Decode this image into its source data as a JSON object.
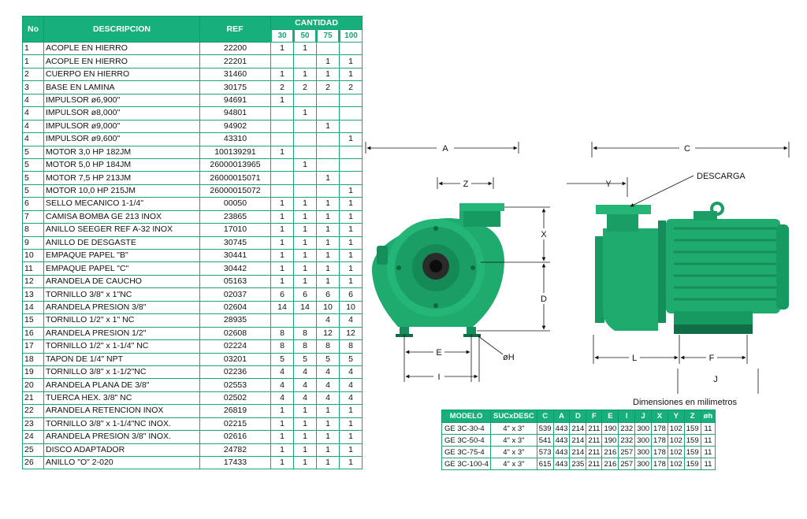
{
  "table": {
    "headers": {
      "no": "No",
      "descripcion": "DESCRIPCION",
      "ref": "REF",
      "cantidad": "CANTIDAD"
    },
    "qty_cols": [
      "30",
      "50",
      "75",
      "100"
    ],
    "rows": [
      {
        "no": "1",
        "desc": "ACOPLE EN HIERRO",
        "ref": "22200",
        "q": [
          "1",
          "1",
          "",
          ""
        ]
      },
      {
        "no": "1",
        "desc": "ACOPLE EN HIERRO",
        "ref": "22201",
        "q": [
          "",
          "",
          "1",
          "1"
        ]
      },
      {
        "no": "2",
        "desc": "CUERPO EN HIERRO",
        "ref": "31460",
        "q": [
          "1",
          "1",
          "1",
          "1"
        ]
      },
      {
        "no": "3",
        "desc": "BASE EN LAMINA",
        "ref": "30175",
        "q": [
          "2",
          "2",
          "2",
          "2"
        ]
      },
      {
        "no": "4",
        "desc": "IMPULSOR  ø6,900\"",
        "ref": "94691",
        "q": [
          "1",
          "",
          "",
          ""
        ]
      },
      {
        "no": "4",
        "desc": "IMPULSOR  ø8,000\"",
        "ref": "94801",
        "q": [
          "",
          "1",
          "",
          ""
        ]
      },
      {
        "no": "4",
        "desc": "IMPULSOR  ø9,000\"",
        "ref": "94902",
        "q": [
          "",
          "",
          "1",
          ""
        ]
      },
      {
        "no": "4",
        "desc": "IMPULSOR  ø9,600\"",
        "ref": "43310",
        "q": [
          "",
          "",
          "",
          "1"
        ]
      },
      {
        "no": "5",
        "desc": "MOTOR 3,0 HP 182JM",
        "ref": "100139291",
        "q": [
          "1",
          "",
          "",
          ""
        ]
      },
      {
        "no": "5",
        "desc": "MOTOR 5,0 HP 184JM",
        "ref": "26000013965",
        "q": [
          "",
          "1",
          "",
          ""
        ]
      },
      {
        "no": "5",
        "desc": "MOTOR 7,5 HP 213JM",
        "ref": "26000015071",
        "q": [
          "",
          "",
          "1",
          ""
        ]
      },
      {
        "no": "5",
        "desc": "MOTOR 10,0 HP 215JM",
        "ref": "26000015072",
        "q": [
          "",
          "",
          "",
          "1"
        ]
      },
      {
        "no": "6",
        "desc": "SELLO MECANICO 1-1/4\"",
        "ref": "00050",
        "q": [
          "1",
          "1",
          "1",
          "1"
        ]
      },
      {
        "no": "7",
        "desc": "CAMISA BOMBA GE 213 INOX",
        "ref": "23865",
        "q": [
          "1",
          "1",
          "1",
          "1"
        ]
      },
      {
        "no": "8",
        "desc": "ANILLO SEEGER REF A-32 INOX",
        "ref": "17010",
        "q": [
          "1",
          "1",
          "1",
          "1"
        ]
      },
      {
        "no": "9",
        "desc": "ANILLO DE DESGASTE",
        "ref": "30745",
        "q": [
          "1",
          "1",
          "1",
          "1"
        ]
      },
      {
        "no": "10",
        "desc": "EMPAQUE PAPEL \"B\"",
        "ref": "30441",
        "q": [
          "1",
          "1",
          "1",
          "1"
        ]
      },
      {
        "no": "11",
        "desc": "EMPAQUE PAPEL \"C\"",
        "ref": "30442",
        "q": [
          "1",
          "1",
          "1",
          "1"
        ]
      },
      {
        "no": "12",
        "desc": "ARANDELA DE CAUCHO",
        "ref": "05163",
        "q": [
          "1",
          "1",
          "1",
          "1"
        ]
      },
      {
        "no": "13",
        "desc": "TORNILLO 3/8\" x 1\"NC",
        "ref": "02037",
        "q": [
          "6",
          "6",
          "6",
          "6"
        ]
      },
      {
        "no": "14",
        "desc": "ARANDELA PRESION 3/8\"",
        "ref": "02604",
        "q": [
          "14",
          "14",
          "10",
          "10"
        ]
      },
      {
        "no": "15",
        "desc": "TORNILLO 1/2\" x 1\" NC",
        "ref": "28935",
        "q": [
          "",
          "",
          "4",
          "4"
        ]
      },
      {
        "no": "16",
        "desc": "ARANDELA PRESION 1/2\"",
        "ref": "02608",
        "q": [
          "8",
          "8",
          "12",
          "12"
        ]
      },
      {
        "no": "17",
        "desc": "TORNILLO 1/2\" x 1-1/4\" NC",
        "ref": "02224",
        "q": [
          "8",
          "8",
          "8",
          "8"
        ]
      },
      {
        "no": "18",
        "desc": "TAPON DE 1/4\" NPT",
        "ref": "03201",
        "q": [
          "5",
          "5",
          "5",
          "5"
        ]
      },
      {
        "no": "19",
        "desc": "TORNILLO 3/8\" x 1-1/2\"NC",
        "ref": "02236",
        "q": [
          "4",
          "4",
          "4",
          "4"
        ]
      },
      {
        "no": "20",
        "desc": "ARANDELA PLANA DE 3/8\"",
        "ref": "02553",
        "q": [
          "4",
          "4",
          "4",
          "4"
        ]
      },
      {
        "no": "21",
        "desc": "TUERCA HEX. 3/8\" NC",
        "ref": "02502",
        "q": [
          "4",
          "4",
          "4",
          "4"
        ]
      },
      {
        "no": "22",
        "desc": "ARANDELA RETENCION INOX",
        "ref": "26819",
        "q": [
          "1",
          "1",
          "1",
          "1"
        ]
      },
      {
        "no": "23",
        "desc": "TORNILLO 3/8\" x 1-1/4\"NC INOX.",
        "ref": "02215",
        "q": [
          "1",
          "1",
          "1",
          "1"
        ]
      },
      {
        "no": "24",
        "desc": "ARANDELA PRESION 3/8\" INOX.",
        "ref": "02616",
        "q": [
          "1",
          "1",
          "1",
          "1"
        ]
      },
      {
        "no": "25",
        "desc": "DISCO ADAPTADOR",
        "ref": "24782",
        "q": [
          "1",
          "1",
          "1",
          "1"
        ]
      },
      {
        "no": "26",
        "desc": "ANILLO \"O\" 2-020",
        "ref": "17433",
        "q": [
          "1",
          "1",
          "1",
          "1"
        ]
      }
    ]
  },
  "diagram": {
    "front_labels": {
      "A": "A",
      "Z": "Z",
      "X": "X",
      "D": "D",
      "E": "E",
      "I": "I",
      "H": "øH"
    },
    "side_labels": {
      "C": "C",
      "Y": "Y",
      "descarga": "DESCARGA",
      "L": "L",
      "F": "F",
      "J": "J"
    }
  },
  "dimensions": {
    "title": "Dimensiones en milimetros",
    "headers": [
      "MODELO",
      "SUCxDESC",
      "C",
      "A",
      "D",
      "F",
      "E",
      "I",
      "J",
      "X",
      "Y",
      "Z",
      "øh"
    ],
    "rows": [
      [
        "GE 3C-30-4",
        "4\" x 3\"",
        "539",
        "443",
        "214",
        "211",
        "190",
        "232",
        "300",
        "178",
        "102",
        "159",
        "11"
      ],
      [
        "GE 3C-50-4",
        "4\" x 3\"",
        "541",
        "443",
        "214",
        "211",
        "190",
        "232",
        "300",
        "178",
        "102",
        "159",
        "11"
      ],
      [
        "GE 3C-75-4",
        "4\" x 3\"",
        "573",
        "443",
        "214",
        "211",
        "216",
        "257",
        "300",
        "178",
        "102",
        "159",
        "11"
      ],
      [
        "GE 3C-100-4",
        "4\" x 3\"",
        "615",
        "443",
        "235",
        "211",
        "216",
        "257",
        "300",
        "178",
        "102",
        "159",
        "11"
      ]
    ]
  },
  "colors": {
    "brand_green": "#17b07c",
    "pump_green": "#1faa6e"
  }
}
